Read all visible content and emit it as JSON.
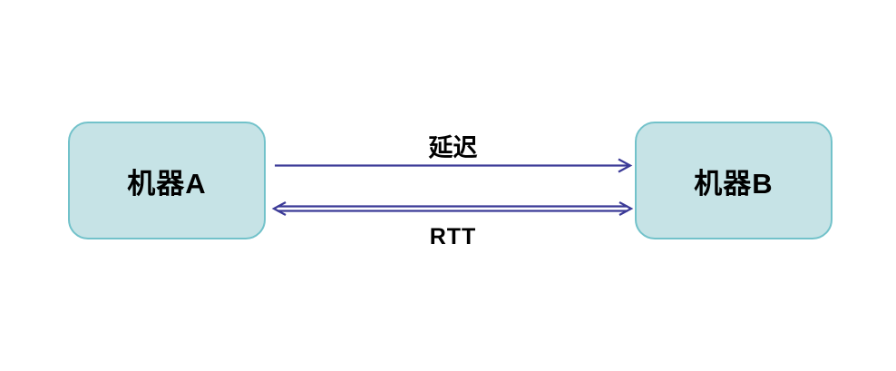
{
  "diagram": {
    "type": "network-latency-diagram",
    "nodes": [
      {
        "id": "A",
        "label": "机器A"
      },
      {
        "id": "B",
        "label": "机器B"
      }
    ],
    "edges": [
      {
        "from": "A",
        "to": "B",
        "label": "延迟",
        "direction": "right",
        "style": "single-line-arrow"
      },
      {
        "from": "B",
        "to": "A",
        "label": "RTT",
        "direction": "both",
        "style": "double-line-arrow"
      }
    ],
    "colors": {
      "background": "#ffffff",
      "node_fill": "#c6e3e6",
      "node_border": "#72c2ca",
      "node_text": "#000000",
      "arrow": "#3b3a97",
      "label_text": "#000000"
    }
  }
}
